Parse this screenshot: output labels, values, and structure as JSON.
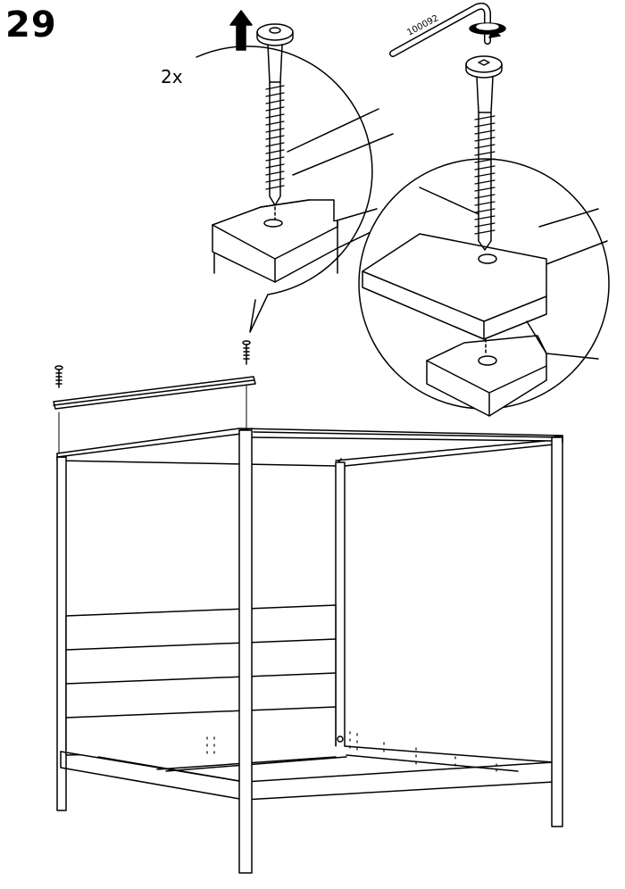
{
  "step": {
    "number": "29"
  },
  "detail": {
    "quantity": "2x",
    "tool_part_number": "100092"
  },
  "icons": {
    "direction": "up-arrow-icon",
    "tool": "allen-key-icon",
    "rotation": "rotate-clockwise-icon"
  },
  "colors": {
    "ink": "#000000",
    "paper": "#ffffff"
  }
}
